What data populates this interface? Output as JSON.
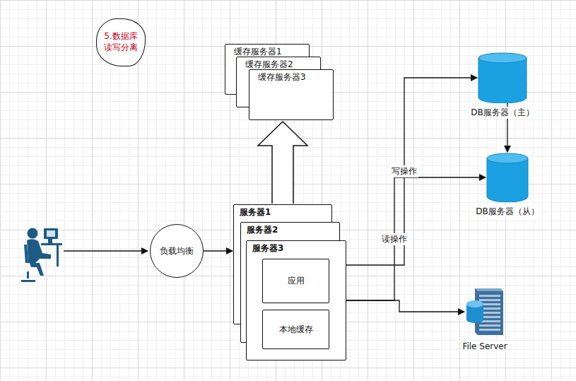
{
  "diagram": {
    "nodes": [
      {
        "text": [
          "5.数据库读写分离"
        ]
      },
      {
        "text": [
          "缓存服务器1"
        ]
      },
      {
        "text": [
          "缓存服务器2"
        ]
      },
      {
        "text": [
          "缓存服务器3"
        ]
      },
      {
        "text": [
          "DB服务器（主）"
        ]
      },
      {
        "text": [
          "DB服务器（从）"
        ]
      },
      {
        "text": [
          "负载均衡"
        ]
      },
      {
        "text": [
          "服务器1"
        ]
      },
      {
        "text": [
          "服务器2"
        ]
      },
      {
        "text": [
          "服务器3"
        ]
      },
      {
        "text": [
          "应用"
        ],
        "in": 9
      },
      {
        "text": [
          "本地缓存"
        ],
        "in": 9
      },
      {
        "text": [
          "File Server"
        ]
      }
    ],
    "edges": [
      {
        "from": 6,
        "to": 7,
        "arrow": "to"
      },
      {
        "from": 7,
        "to": 3,
        "arrow": "to"
      },
      {
        "from": 4,
        "to": 5,
        "arrow": "to"
      },
      {
        "from": 9,
        "to": 4,
        "label": "写操作",
        "arrow": "to"
      },
      {
        "from": 9,
        "to": 5,
        "label": "读操作",
        "arrow": "to"
      },
      {
        "from": 9,
        "to": 12,
        "arrow": "to"
      }
    ]
  }
}
